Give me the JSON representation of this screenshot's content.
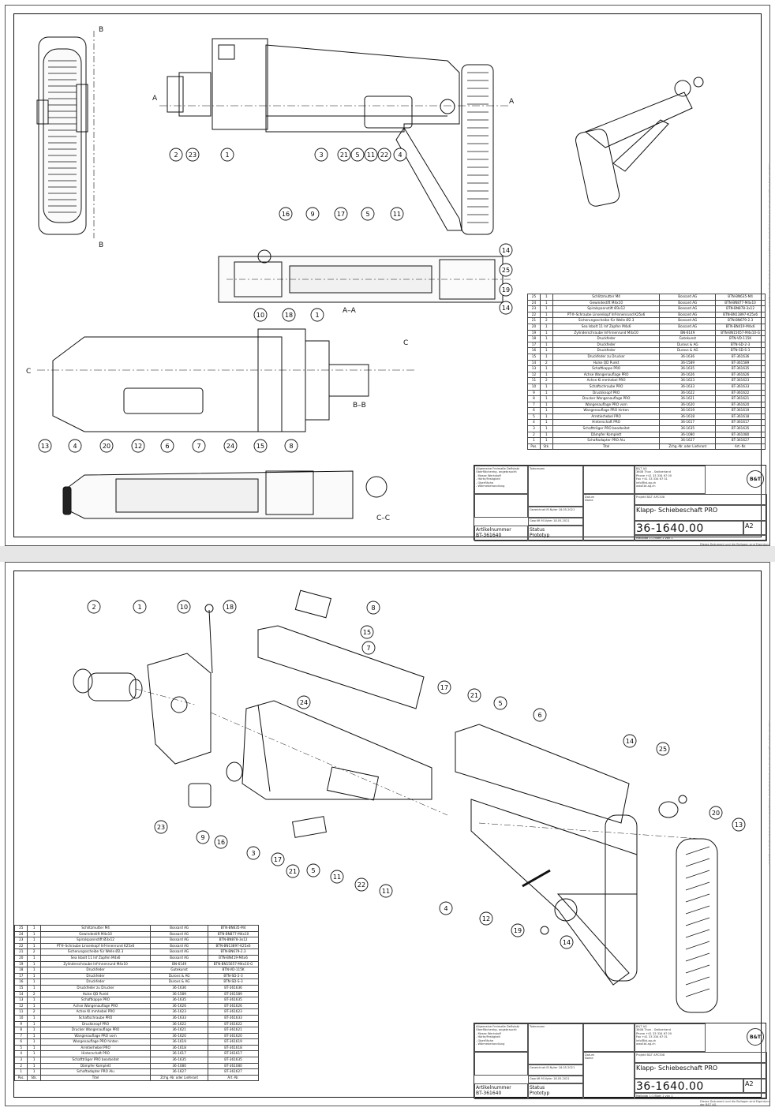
{
  "parts": [
    {
      "pos": "25",
      "qty": "1",
      "name": "Schlitzmutter M4",
      "supplier": "Bossard AG",
      "number": "BTN-BN635-M4"
    },
    {
      "pos": "24",
      "qty": "1",
      "name": "Gewindestift M4x10",
      "supplier": "Bossard AG",
      "number": "BTN-BN877-M4x10"
    },
    {
      "pos": "23",
      "qty": "1",
      "name": "Spiralspannstift Ø3x12",
      "supplier": "Bossard AG",
      "number": "BTN-BN878-3x12"
    },
    {
      "pos": "22",
      "qty": "1",
      "name": "PT®-Schraube Linsenkopf Inf-Innenrund K25x6",
      "supplier": "Bossard AG",
      "number": "BTN-BN13897-K25x6"
    },
    {
      "pos": "21",
      "qty": "2",
      "name": "Sicherungsscheibe für Welle Ø2.3",
      "supplier": "Bossard AG",
      "number": "BTN-BN679-2.3"
    },
    {
      "pos": "20",
      "qty": "1",
      "name": "Sea Isbolt 11 Inf Zapfen M4x6",
      "supplier": "Bossard AG",
      "number": "BTN-BN419-M4x6"
    },
    {
      "pos": "19",
      "qty": "1",
      "name": "Zylinderschraube Inf-Innenrund M4x10",
      "supplier": "BN-6149",
      "number": "BTN-BN15657-M4x10-G"
    },
    {
      "pos": "18",
      "qty": "1",
      "name": "Druckfeder",
      "supplier": "Gutekunst",
      "number": "BTN-VD-115K"
    },
    {
      "pos": "17",
      "qty": "1",
      "name": "Druckfeder",
      "supplier": "Durovs & AG",
      "number": "BTN-SD-2-3"
    },
    {
      "pos": "16",
      "qty": "1",
      "name": "Druckfeder",
      "supplier": "Durovs & AG",
      "number": "BTN-SD-S-3"
    },
    {
      "pos": "15",
      "qty": "1",
      "name": "Druckfeder zu Drucker",
      "supplier": "36-1636",
      "number": "BT-361636"
    },
    {
      "pos": "14",
      "qty": "2",
      "name": "Hulse QD Punkt",
      "supplier": "36-1589",
      "number": "BT-361589"
    },
    {
      "pos": "13",
      "qty": "1",
      "name": "Schaftkappe PRO",
      "supplier": "36-1635",
      "number": "BT-361635"
    },
    {
      "pos": "12",
      "qty": "1",
      "name": "Achse Wangenauflage PRO",
      "supplier": "36-1626",
      "number": "BT-361626"
    },
    {
      "pos": "11",
      "qty": "2",
      "name": "Achse Kl.mmhebel PRO",
      "supplier": "36-1623",
      "number": "BT-361623"
    },
    {
      "pos": "10",
      "qty": "1",
      "name": "Schaftschraube PRO",
      "supplier": "36-1633",
      "number": "BT-361633"
    },
    {
      "pos": "9",
      "qty": "1",
      "name": "Druckknopf PRO",
      "supplier": "36-1622",
      "number": "BT-361622"
    },
    {
      "pos": "8",
      "qty": "1",
      "name": "Drucker Wangenauflage PRO",
      "supplier": "36-1621",
      "number": "BT-361621"
    },
    {
      "pos": "7",
      "qty": "1",
      "name": "Wangenauflage PRO vorn",
      "supplier": "36-1620",
      "number": "BT-361620"
    },
    {
      "pos": "6",
      "qty": "1",
      "name": "Wangenauflage PRO hinten",
      "supplier": "36-1619",
      "number": "BT-361619"
    },
    {
      "pos": "5",
      "qty": "1",
      "name": "Arretierhebel PRO",
      "supplier": "36-1618",
      "number": "BT-361618"
    },
    {
      "pos": "4",
      "qty": "1",
      "name": "Hinterschaft PRO",
      "supplier": "36-1617",
      "number": "BT-361617"
    },
    {
      "pos": "3",
      "qty": "1",
      "name": "Schaftträger PRO bearbeitet",
      "supplier": "36-1635",
      "number": "BT-361635"
    },
    {
      "pos": "2",
      "qty": "1",
      "name": "Dämpfer Komplett",
      "supplier": "36-1080",
      "number": "BT-361080"
    },
    {
      "pos": "1",
      "qty": "1",
      "name": "Schaftadapter PRO Alu",
      "supplier": "36-1627",
      "number": "BT-361627"
    }
  ],
  "bom_header": {
    "pos": "Pos.",
    "qty": "Stk.",
    "name": "Titel",
    "supplier": "Zchg.-Nr. oder Lieferant",
    "number": "Art.-Nr."
  },
  "title_block": {
    "company_lines": [
      "B&T AG",
      "3608 Thun - Switzerland",
      "Phone +41 33 334 67 00",
      "Fax +41 33 334 67 01",
      "info@bt-ag.ch",
      "www.bt-ag.ch"
    ],
    "logo_text": "B&T",
    "project_label": "Projekt",
    "project_value": "B&T APC308",
    "title_label": "Titel",
    "title_value": "Klapp- Schiebeschaft PRO",
    "drawing_no_label": "Zeichnungsnummer Art.-Nr./Art.Nr.",
    "drawing_no": "36-1640.00",
    "sheet_size": "A2",
    "status_label": "Status",
    "status_value": "Prototyp",
    "article_label": "Artikelnummer",
    "article_value": "BT-361640",
    "notes_lines": [
      "Allgemeine Freimaße Deflstabi",
      "Oberflächenhg. angebraucht",
      "- Masse Werkstoff",
      "- Härte/Festigkeit",
      "- Oberfläche",
      "- Wärmebehandlung"
    ],
    "tolerance_label": "Toleranzen",
    "drawn_label": "Datum",
    "name_label": "Name",
    "sheet_label": "Maßstab",
    "scale_value": "1:1",
    "sheet_value": "Blatt 1 von 1",
    "gez_label": "Gezeichnet",
    "gepr_label": "Geprüft",
    "gez_name": "M.Nyter",
    "gepr_name": "M.Nyter",
    "gez_date": "18.05.2021",
    "gepr_date": "18.05.2021"
  },
  "footnote": "Dieses Dokument und die Beilagen sind Eigentum der B&T AG.",
  "side_note": "Diese Zeichnung ist Eigentum der B&T AG. Vervielfältigung oder Weitergabe an Dritte ohne Genehmigung nicht gestattet.",
  "view1_labels": {
    "section_aa": "A–A",
    "section_bb": "B–B",
    "section_cc": "C–C",
    "cut_a": "A",
    "cut_b": "B",
    "cut_c": "C"
  },
  "balloons_sheet1": [
    "2",
    "23",
    "1",
    "3",
    "21",
    "5",
    "11",
    "22",
    "4",
    "16",
    "9",
    "17",
    "5",
    "11",
    "14",
    "25",
    "19",
    "14",
    "10",
    "18",
    "1",
    "13",
    "4",
    "20",
    "12",
    "6",
    "7",
    "24",
    "15",
    "8"
  ],
  "balloons_sheet2": [
    "2",
    "1",
    "10",
    "18",
    "8",
    "15",
    "7",
    "24",
    "17",
    "21",
    "5",
    "23",
    "6",
    "14",
    "25",
    "20",
    "13",
    "9",
    "16",
    "3",
    "17",
    "21",
    "5",
    "11",
    "22",
    "11",
    "4",
    "12",
    "19",
    "14"
  ]
}
